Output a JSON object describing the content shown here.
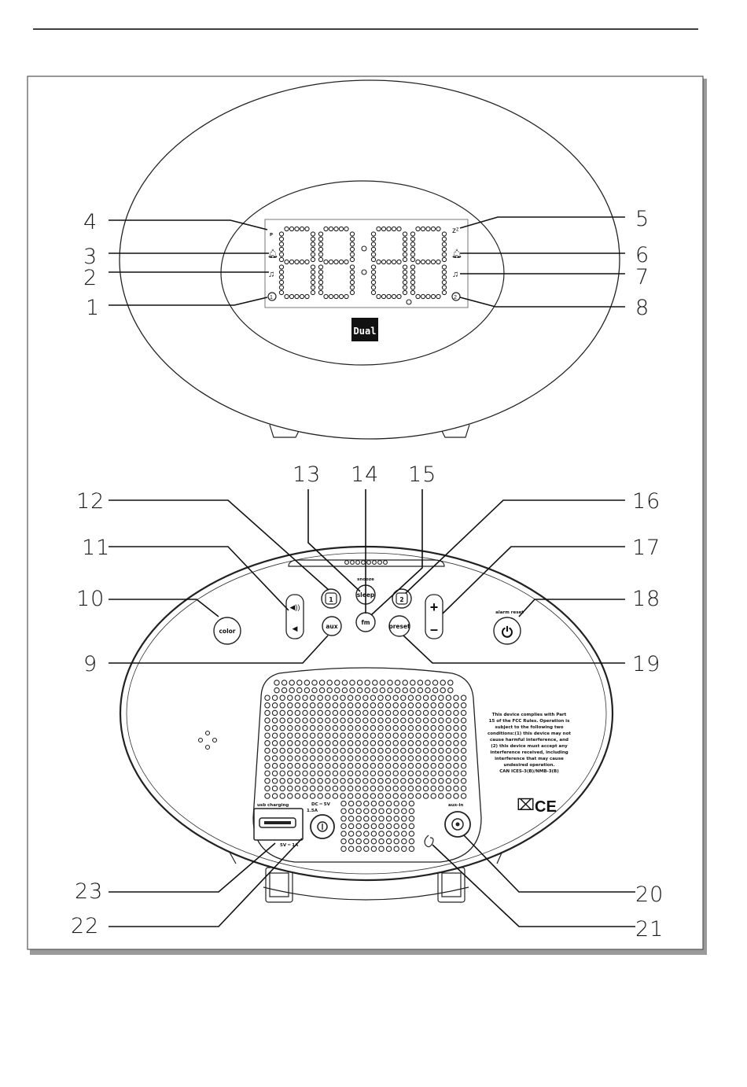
{
  "callouts": {
    "n1": "1",
    "n2": "2",
    "n3": "3",
    "n4": "4",
    "n5": "5",
    "n6": "6",
    "n7": "7",
    "n8": "8",
    "n9": "9",
    "n10": "10",
    "n11": "11",
    "n12": "12",
    "n13": "13",
    "n14": "14",
    "n15": "15",
    "n16": "16",
    "n17": "17",
    "n18": "18",
    "n19": "19",
    "n20": "20",
    "n21": "21",
    "n22": "22",
    "n23": "23"
  },
  "front": {
    "brand": "Dual"
  },
  "back": {
    "buttons": {
      "color": "color",
      "aux": "aux",
      "fm": "fm",
      "preset": "preset",
      "sleep": "sleep",
      "sleep_top": "snooze",
      "alarm1": "1",
      "alarm2": "2",
      "power_top": "alarm reset",
      "plus": "+",
      "minus": "–"
    },
    "ports": {
      "usb": "usb charging",
      "usb_rating": "5V ═ 1A",
      "dc_label": "DC ═ 5V",
      "dc_rating": "1.5A",
      "aux_in": "aux-in"
    },
    "compliance": {
      "lines": [
        "This device complies with Part",
        "15 of the FCC Rules. Operation is",
        "subject to the following two",
        "conditions:(1) this device may not",
        "cause harmful interference, and",
        "(2) this device must accept any",
        "interference received, including",
        "interference that may cause",
        "undesired operation.",
        "CAN ICES-3(B)/NMB-3(B)"
      ],
      "ce": "CE"
    }
  }
}
